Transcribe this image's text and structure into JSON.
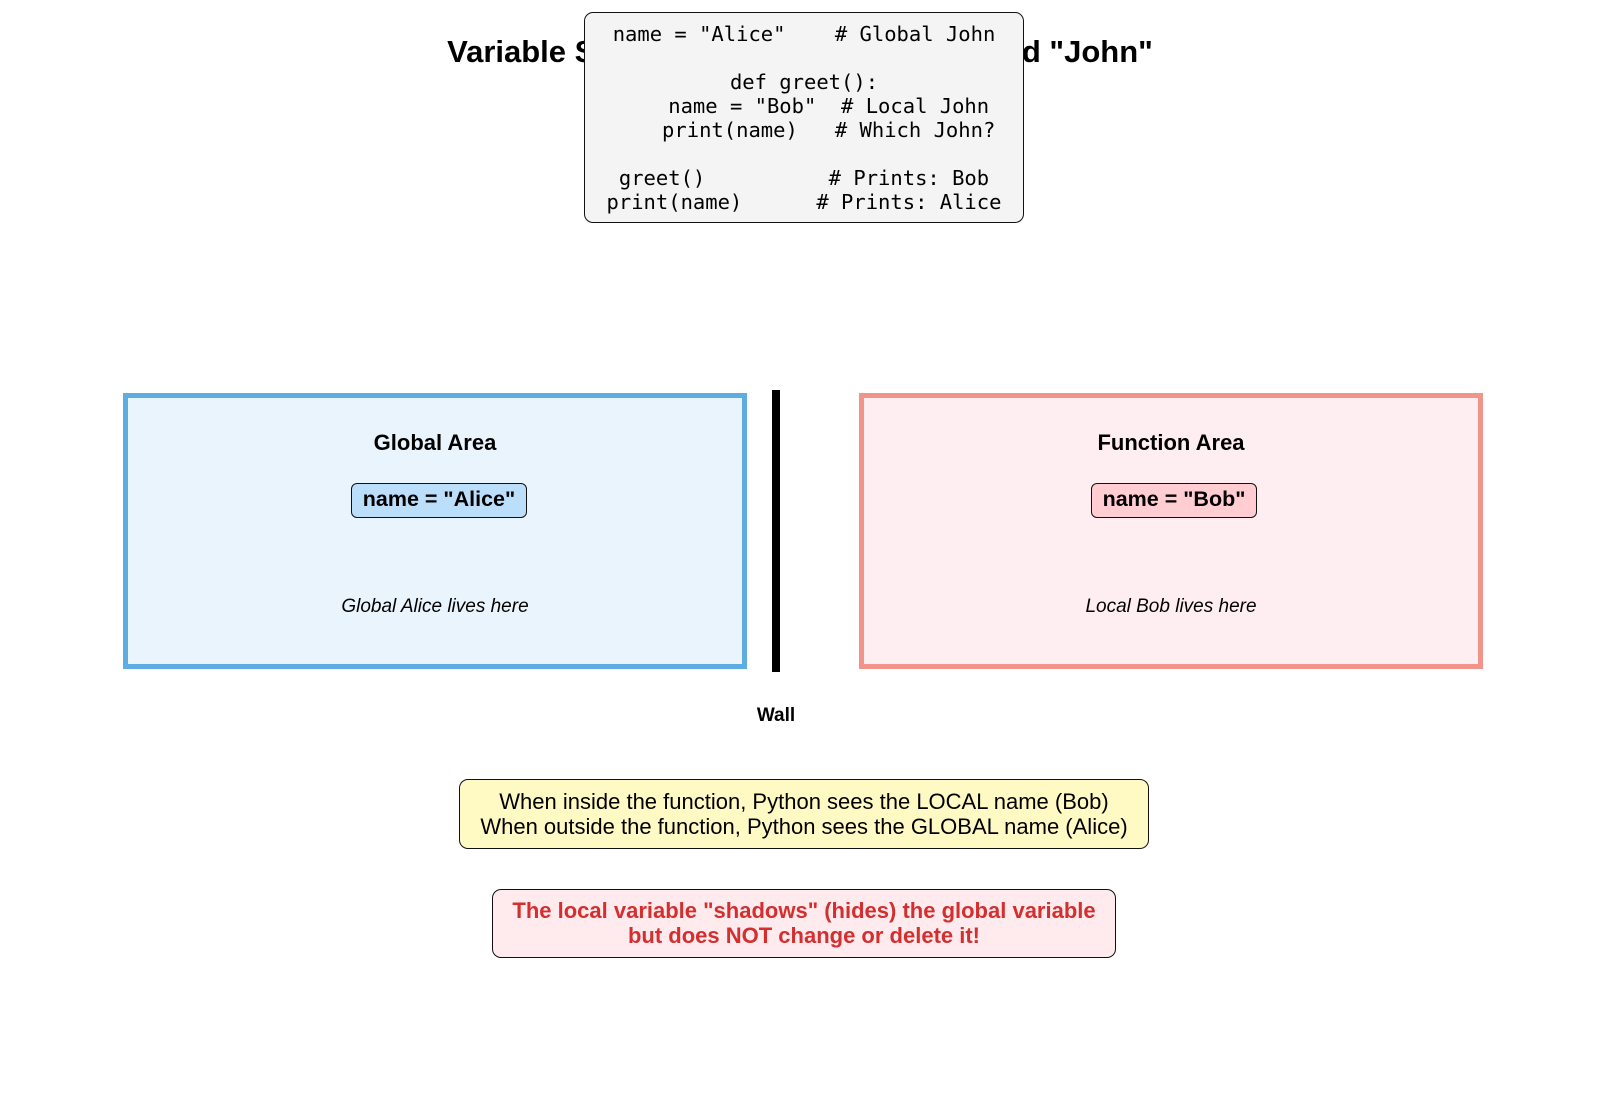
{
  "title": "Variable Shadowing: Two People Named \"John\"",
  "code": {
    "lines": [
      "name = \"Alice\"    # Global John",
      "",
      "def greet():",
      "    name = \"Bob\"  # Local John",
      "    print(name)   # Which John?",
      "",
      "greet()          # Prints: Bob",
      "print(name)      # Prints: Alice"
    ]
  },
  "global_area": {
    "title": "Global Area",
    "variable": "name = \"Alice\"",
    "caption": "Global Alice lives here",
    "border_color": "#5dade2",
    "fill_color": "#eaf4fc",
    "variable_fill": "#bbdefb"
  },
  "function_area": {
    "title": "Function Area",
    "variable": "name = \"Bob\"",
    "caption": "Local Bob lives here",
    "border_color": "#f1948a",
    "fill_color": "#ffeef1",
    "variable_fill": "#ffcdd2"
  },
  "wall": {
    "label": "Wall"
  },
  "explanation": {
    "lines": [
      "When inside the function, Python sees the LOCAL name (Bob)",
      "When outside the function, Python sees the GLOBAL name (Alice)"
    ]
  },
  "warning": {
    "lines": [
      "The local variable \"shadows\" (hides) the global variable",
      "but does NOT change or delete it!"
    ],
    "text_color": "#d32f2f"
  }
}
